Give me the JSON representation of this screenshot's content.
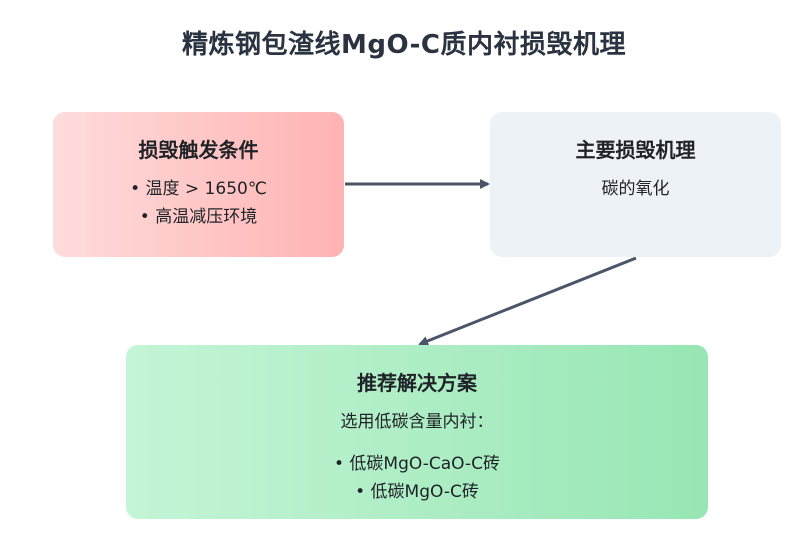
{
  "title": "精炼钢包渣线MgO-C质内衬损毁机理",
  "conditions": {
    "title": "损毁触发条件",
    "items": [
      "• 温度 > 1650℃",
      "• 高温减压环境"
    ]
  },
  "mechanism": {
    "title": "主要损毁机理",
    "text": "碳的氧化"
  },
  "solution": {
    "title": "推荐解决方案",
    "intro": "选用低碳含量内衬：",
    "items": [
      "• 低碳MgO-CaO-C砖",
      "• 低碳MgO-C砖"
    ]
  },
  "colors": {
    "arrow": "#4a5568",
    "conditions_start": "#ffdcdc",
    "conditions_end": "#ffb3b3",
    "mechanism_bg": "#edf2f7",
    "solution_start": "#c4f5d6",
    "solution_end": "#98e6b4"
  }
}
